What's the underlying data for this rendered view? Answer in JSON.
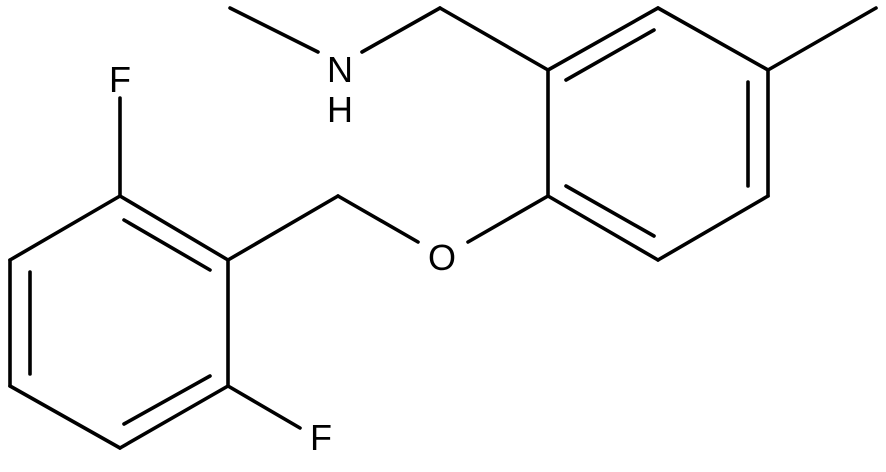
{
  "atoms": {
    "F_top": "F",
    "F_bottom": "F",
    "O": "O",
    "N": "N",
    "H": "H"
  },
  "colors": {
    "bond": "#000000",
    "text": "#000000",
    "background": "#ffffff"
  }
}
